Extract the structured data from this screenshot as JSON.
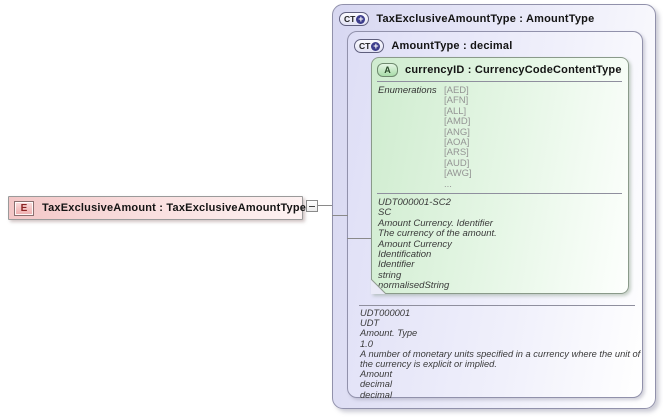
{
  "colors": {
    "type_box_fill": "#d7d7f1",
    "type_box_border": "#9191ab",
    "attr_box_fill": "#cfeccf",
    "attr_box_border": "#8a9a8a",
    "element_fill": "#f3c6c6",
    "element_border": "#9a9a9a",
    "badge_circle": "#3c3c8c",
    "enum_value_color": "#949494",
    "doc_text_color": "#3a3a3a",
    "separator_color": "#8f8f9e",
    "connector_color": "#8a8a8a"
  },
  "element": {
    "badge": "E",
    "label": "TaxExclusiveAmount : TaxExclusiveAmountType"
  },
  "outer_type": {
    "badge": "CT",
    "expand_icon": "+",
    "label": "TaxExclusiveAmountType : AmountType"
  },
  "inner_type": {
    "badge": "CT",
    "expand_icon": "+",
    "label": "AmountType : decimal",
    "doc_lines": [
      "UDT000001",
      "UDT",
      "Amount. Type",
      "1.0",
      "A number of monetary units specified in a currency where the unit of the currency is explicit or implied.",
      "Amount",
      "decimal",
      "decimal"
    ]
  },
  "attribute": {
    "badge": "A",
    "label": "currencyID : CurrencyCodeContentType",
    "enumerations_label": "Enumerations",
    "enumerations": [
      "[AED]",
      "[AFN]",
      "[ALL]",
      "[AMD]",
      "[ANG]",
      "[AOA]",
      "[ARS]",
      "[AUD]",
      "[AWG]",
      "..."
    ],
    "doc_lines": [
      "UDT000001-SC2",
      "SC",
      "Amount Currency. Identifier",
      "The currency of the amount.",
      "Amount Currency",
      "Identification",
      "Identifier",
      "string",
      "normalisedString"
    ]
  }
}
